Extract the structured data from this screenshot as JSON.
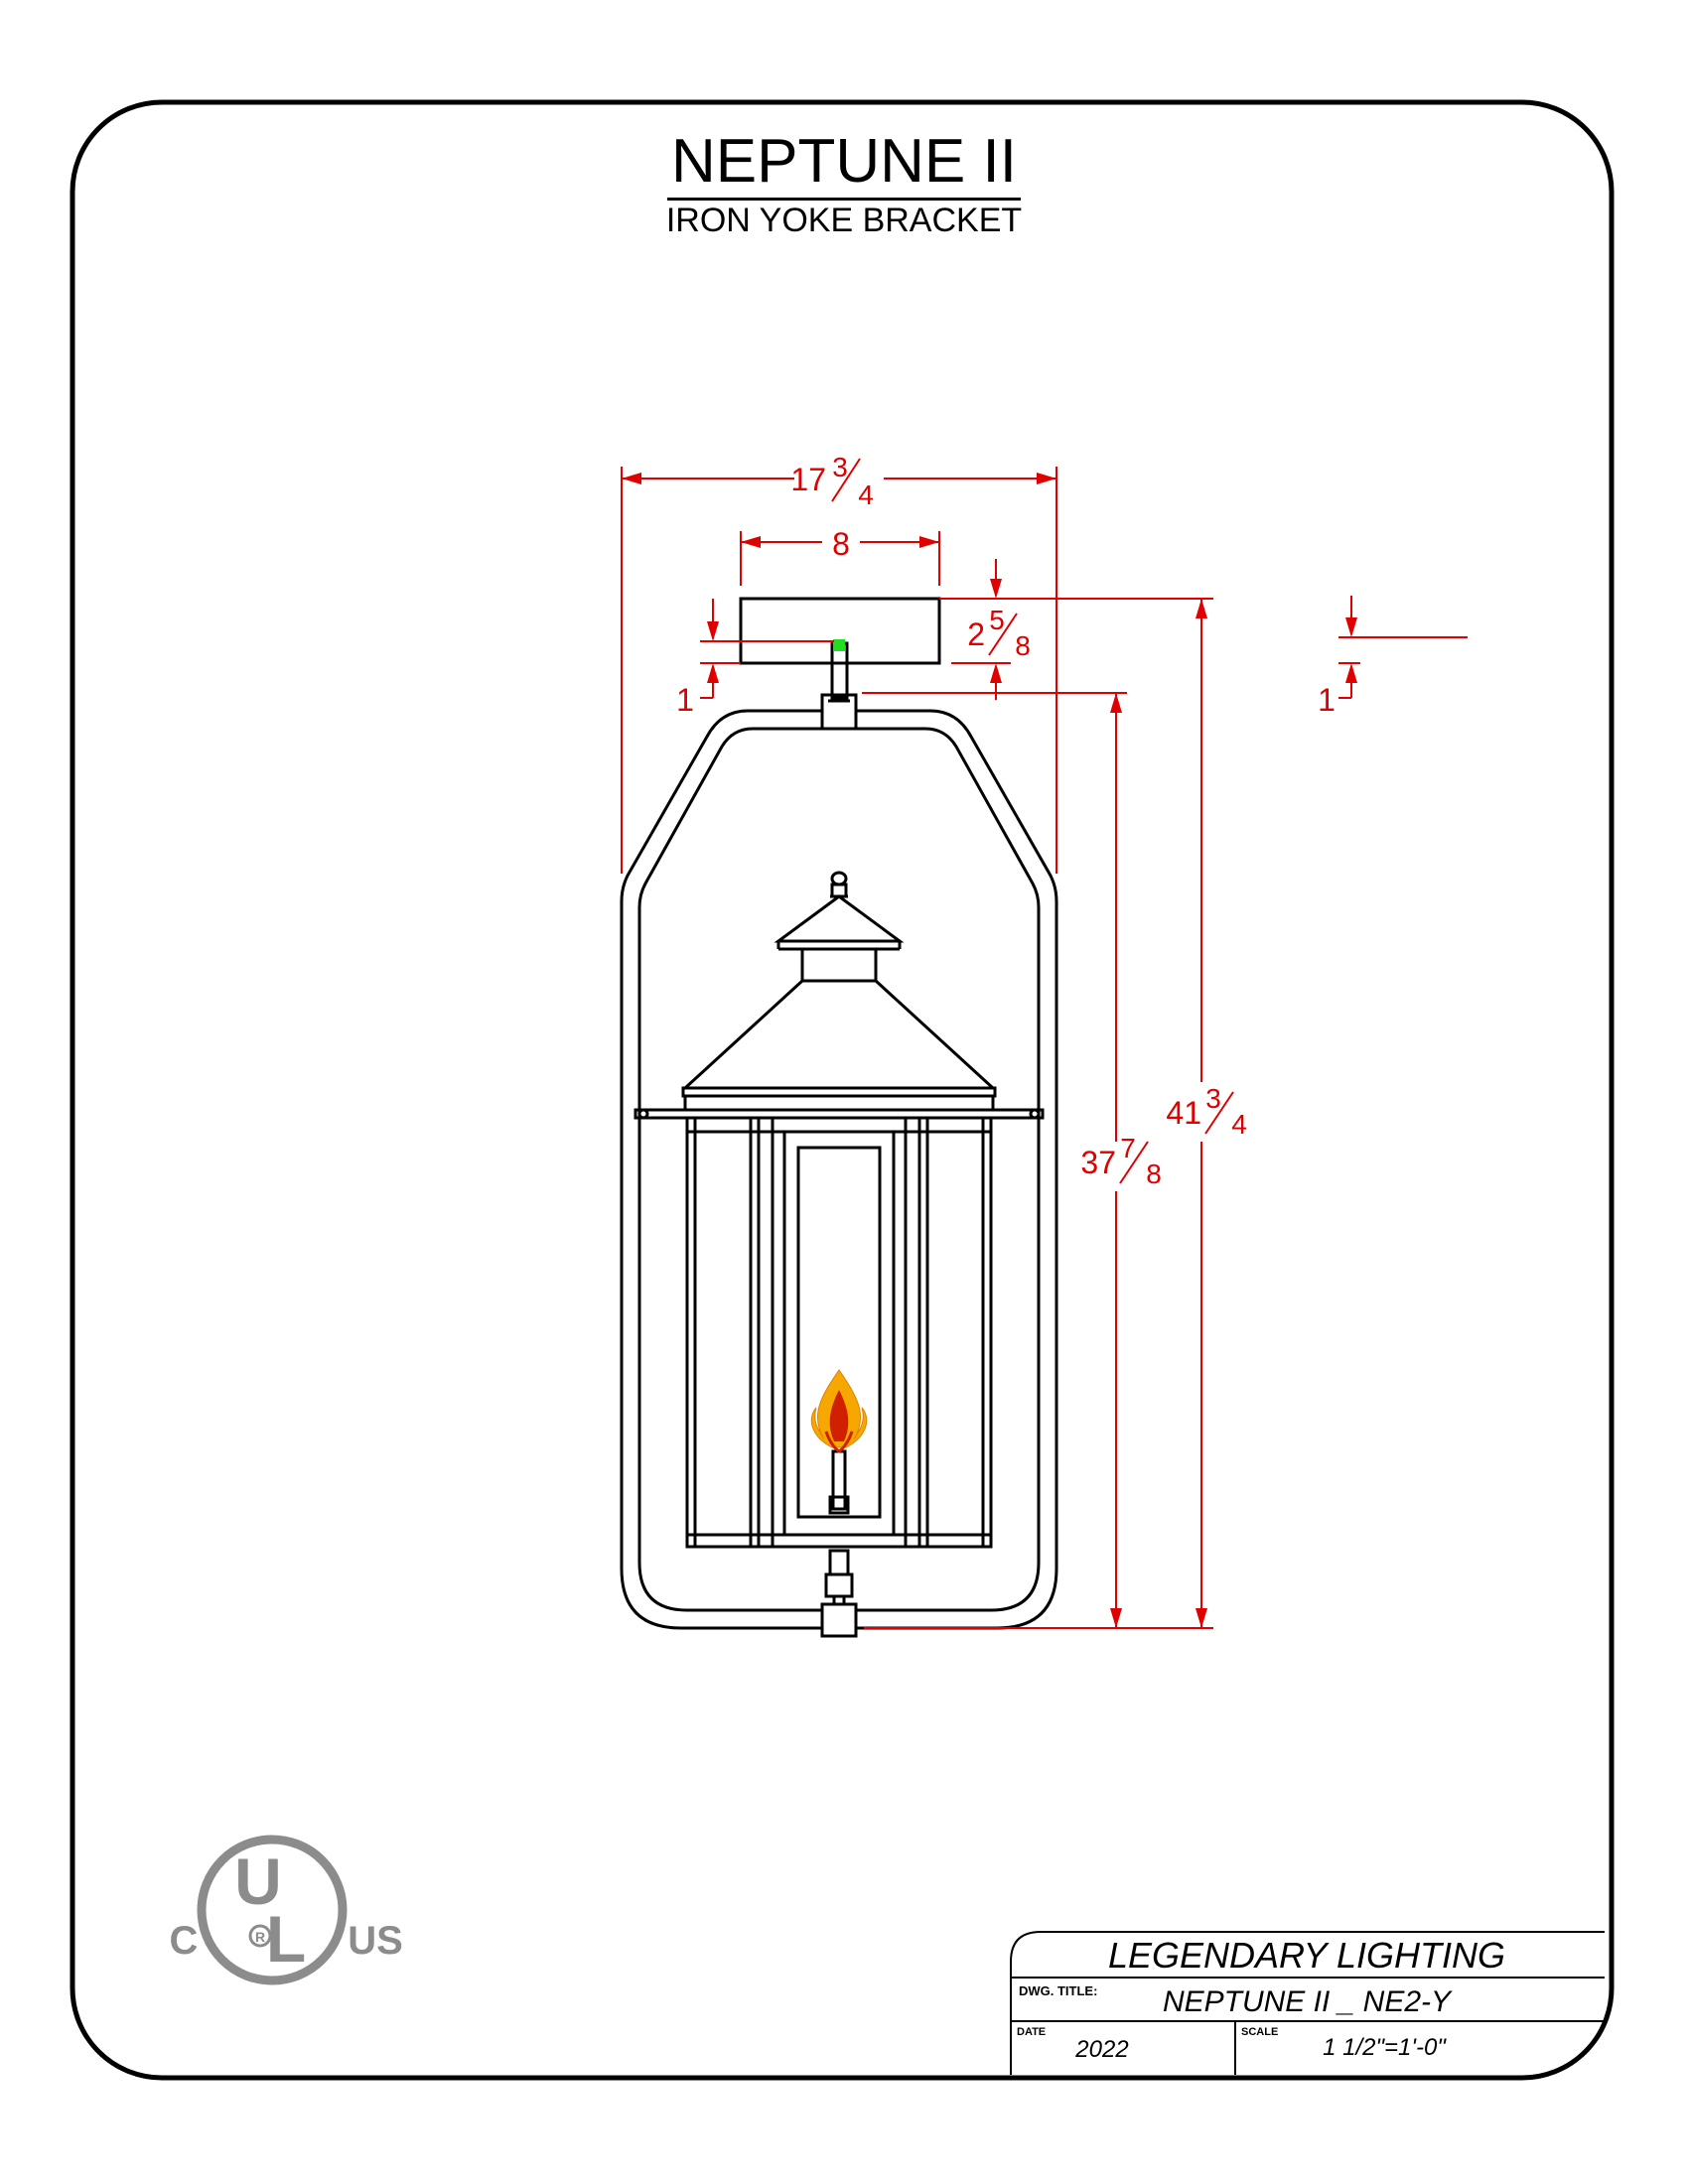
{
  "header": {
    "title": "NEPTUNE II",
    "subtitle": "IRON YOKE BRACKET"
  },
  "dimensions": {
    "overall_width": {
      "whole": "17",
      "num": "3",
      "den": "4"
    },
    "canopy_width": "8",
    "canopy_height": {
      "whole": "2",
      "num": "5",
      "den": "8"
    },
    "offset_left": "1",
    "offset_right": "1",
    "yoke_height": {
      "whole": "37",
      "num": "7",
      "den": "8"
    },
    "overall_height": {
      "whole": "41",
      "num": "3",
      "den": "4"
    }
  },
  "logo": {
    "left": "C",
    "center_top": "U",
    "center_bottom": "L",
    "registered": "R",
    "right": "US"
  },
  "title_block": {
    "company": "LEGENDARY LIGHTING",
    "dwg_title_label": "DWG. TITLE:",
    "dwg_title": "NEPTUNE II _ NE2-Y",
    "date_label": "DATE",
    "date": "2022",
    "scale_label": "SCALE",
    "scale": "1 1/2\"=1'-0\""
  },
  "colors": {
    "dimension": "#e00000",
    "linework": "#000000",
    "logo": "#8c8c8c",
    "flame_outer": "#f6a800",
    "flame_inner": "#d02000",
    "marker": "#22dd22"
  }
}
